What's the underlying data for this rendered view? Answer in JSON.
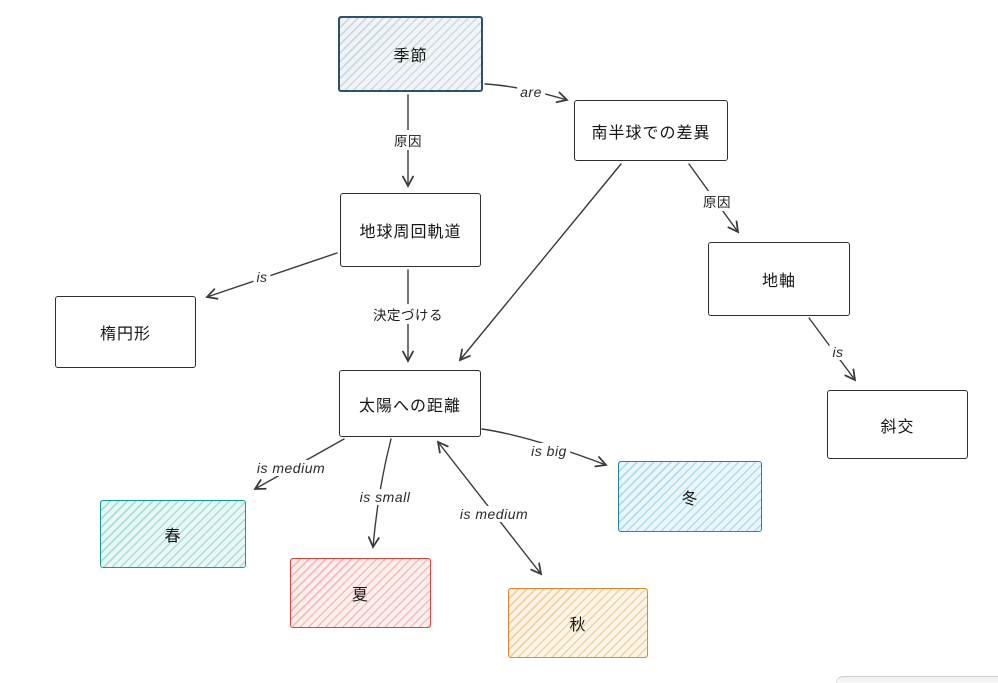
{
  "diagram": {
    "background_color": "#ffffff",
    "edge_color": "#3a3a3a",
    "nodes": [
      {
        "id": "season",
        "label": "季節",
        "variant": "slate-hatched",
        "border_color": "#2b5266",
        "fill_color": "#f1f4f6",
        "hatch_color": "#ccd9e0"
      },
      {
        "id": "southern-difference",
        "label": "南半球での差異",
        "variant": "plain",
        "border_color": "#2f2f2f",
        "fill_color": "#ffffff"
      },
      {
        "id": "earth-orbit",
        "label": "地球周回軌道",
        "variant": "plain",
        "border_color": "#2f2f2f",
        "fill_color": "#ffffff"
      },
      {
        "id": "ellipse",
        "label": "楕円形",
        "variant": "plain",
        "border_color": "#2f2f2f",
        "fill_color": "#ffffff"
      },
      {
        "id": "distance-to-sun",
        "label": "太陽への距離",
        "variant": "plain",
        "border_color": "#2f2f2f",
        "fill_color": "#ffffff"
      },
      {
        "id": "earth-axis",
        "label": "地軸",
        "variant": "plain",
        "border_color": "#2f2f2f",
        "fill_color": "#ffffff"
      },
      {
        "id": "oblique",
        "label": "斜交",
        "variant": "plain",
        "border_color": "#2f2f2f",
        "fill_color": "#ffffff"
      },
      {
        "id": "spring",
        "label": "春",
        "variant": "teal-hatched",
        "border_color": "#0d9d97",
        "fill_color": "#e9f8f6",
        "hatch_color": "#a9ded9"
      },
      {
        "id": "summer",
        "label": "夏",
        "variant": "red-hatched",
        "border_color": "#d8453e",
        "fill_color": "#fdefed",
        "hatch_color": "#f4bcb6"
      },
      {
        "id": "winter",
        "label": "冬",
        "variant": "blue-hatched",
        "border_color": "#1c87b5",
        "fill_color": "#eaf6fc",
        "hatch_color": "#b0dcf2"
      },
      {
        "id": "autumn",
        "label": "秋",
        "variant": "orange-hatched",
        "border_color": "#de8a2f",
        "fill_color": "#fdf4e8",
        "hatch_color": "#f3d0a0"
      }
    ],
    "edges": [
      {
        "from": "季節",
        "to": "地球周回軌道",
        "label": "原因"
      },
      {
        "from": "季節",
        "to": "南半球での差異",
        "label": "are"
      },
      {
        "from": "南半球での差異",
        "to": "太陽への距離",
        "label": ""
      },
      {
        "from": "南半球での差異",
        "to": "地軸",
        "label": "原因"
      },
      {
        "from": "地球周回軌道",
        "to": "楕円形",
        "label": "is"
      },
      {
        "from": "地球周回軌道",
        "to": "太陽への距離",
        "label": "決定づける"
      },
      {
        "from": "地軸",
        "to": "斜交",
        "label": "is"
      },
      {
        "from": "太陽への距離",
        "to": "春",
        "label": "is medium"
      },
      {
        "from": "太陽への距離",
        "to": "夏",
        "label": "is small"
      },
      {
        "from": "太陽への距離",
        "to": "秋",
        "label": "is medium"
      },
      {
        "from": "太陽への距離",
        "to": "冬",
        "label": "is big"
      }
    ]
  }
}
